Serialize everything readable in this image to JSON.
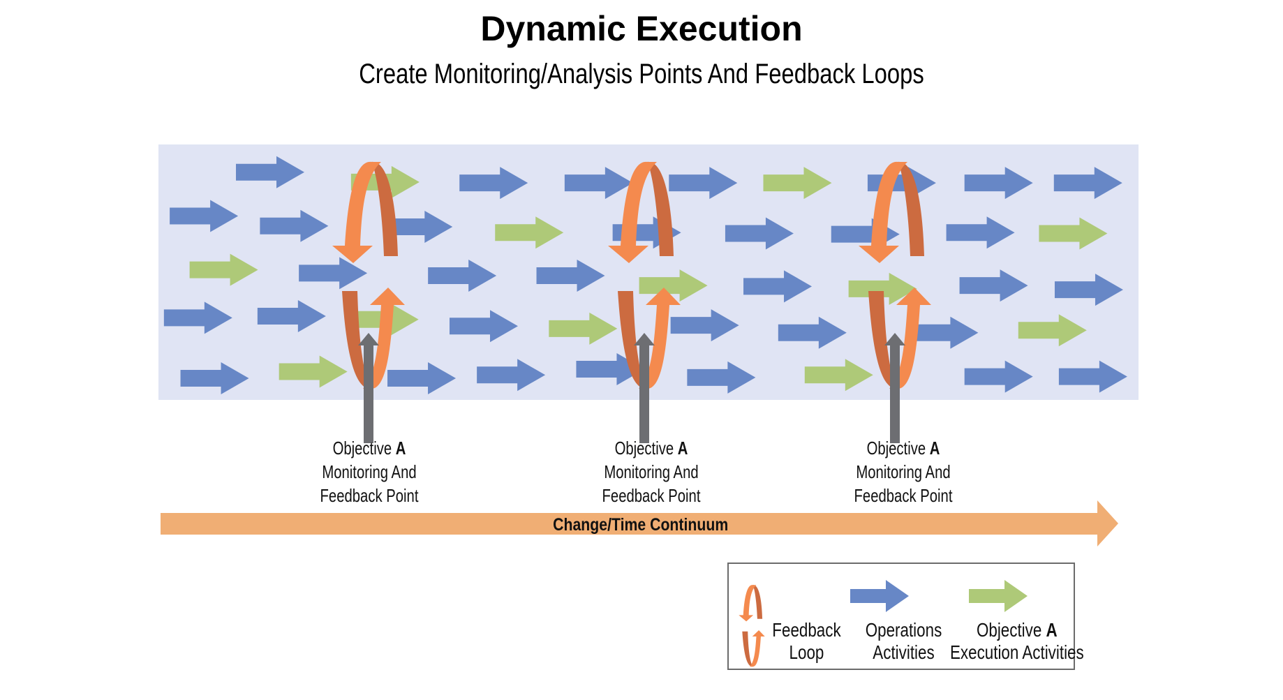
{
  "header": {
    "title": "Dynamic Execution",
    "subtitle": "Create Monitoring/Analysis Points And Feedback Loops"
  },
  "colors": {
    "panel_background": "#e0e4f4",
    "operations_arrow": "#6787c6",
    "objective_arrow": "#aec978",
    "feedback_front": "#f48a4e",
    "feedback_back": "#cc6b40",
    "pointer_arrow": "#6d6e72",
    "timeline": "#f0ae74",
    "legend_border": "#6b6b6b"
  },
  "activity_arrows": [
    {
      "type": "operations"
    },
    {
      "type": "objective"
    },
    {
      "type": "operations"
    },
    {
      "type": "operations"
    },
    {
      "type": "operations"
    },
    {
      "type": "objective"
    },
    {
      "type": "operations"
    },
    {
      "type": "operations"
    },
    {
      "type": "operations"
    },
    {
      "type": "operations"
    },
    {
      "type": "operations"
    },
    {
      "type": "operations"
    },
    {
      "type": "objective"
    },
    {
      "type": "operations"
    },
    {
      "type": "operations"
    },
    {
      "type": "operations"
    },
    {
      "type": "operations"
    },
    {
      "type": "objective"
    },
    {
      "type": "objective"
    },
    {
      "type": "operations"
    },
    {
      "type": "operations"
    },
    {
      "type": "operations"
    },
    {
      "type": "objective"
    },
    {
      "type": "operations"
    },
    {
      "type": "objective"
    },
    {
      "type": "operations"
    },
    {
      "type": "operations"
    },
    {
      "type": "operations"
    },
    {
      "type": "operations"
    },
    {
      "type": "objective"
    },
    {
      "type": "operations"
    },
    {
      "type": "objective"
    },
    {
      "type": "operations"
    },
    {
      "type": "operations"
    },
    {
      "type": "operations"
    },
    {
      "type": "objective"
    },
    {
      "type": "operations"
    },
    {
      "type": "objective"
    },
    {
      "type": "operations"
    },
    {
      "type": "operations"
    },
    {
      "type": "operations"
    },
    {
      "type": "operations"
    },
    {
      "type": "objective"
    },
    {
      "type": "operations"
    },
    {
      "type": "operations"
    }
  ],
  "monitoring_points": [
    {
      "line1_prefix": "Objective",
      "line1_bold": "A",
      "line2": "Monitoring And",
      "line3": "Feedback Point"
    },
    {
      "line1_prefix": "Objective",
      "line1_bold": "A",
      "line2": "Monitoring And",
      "line3": "Feedback Point"
    },
    {
      "line1_prefix": "Objective",
      "line1_bold": "A",
      "line2": "Monitoring And",
      "line3": "Feedback Point"
    }
  ],
  "timeline": {
    "label": "Change/Time Continuum"
  },
  "legend": {
    "feedback_loop": {
      "line1": "Feedback",
      "line2": "Loop"
    },
    "operations": {
      "line1": "Operations",
      "line2": "Activities"
    },
    "objective": {
      "line1_prefix": "Objective",
      "line1_bold": "A",
      "line2": "Execution Activities"
    }
  }
}
